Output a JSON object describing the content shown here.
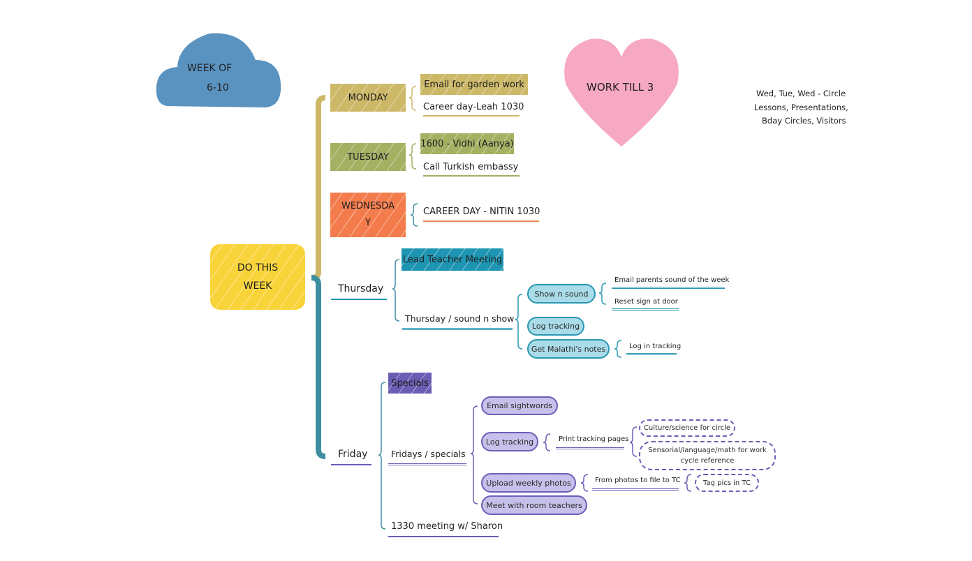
{
  "colors": {
    "cloud": "#5b93c0",
    "heart": "#f7a9c4",
    "central": "#f8d33a",
    "monday": "#cdb868",
    "tuesday": "#a3b163",
    "wednesday": "#f47c4c",
    "thursday": "#1e95b2",
    "friday": "#6a5db4",
    "spine_top": "#cdb868",
    "spine_bottom": "#3f8ea0"
  },
  "cloud": {
    "line1": "WEEK OF",
    "line2": "6-10"
  },
  "heart": {
    "label": "WORK TILL 3"
  },
  "note": {
    "line1": "Wed, Tue, Wed - Circle",
    "line2": "Lessons, Presentations,",
    "line3": "Bday Circles, Visitors"
  },
  "central": {
    "line1": "DO THIS",
    "line2": "WEEK"
  },
  "monday": {
    "label": "MONDAY",
    "items": [
      "Email for garden work",
      "Career day-Leah 1030"
    ]
  },
  "tuesday": {
    "label": "TUESDAY",
    "items": [
      "1600 - Vidhi (Aanya)",
      "Call Turkish embassy"
    ]
  },
  "wednesday": {
    "label_line1": "WEDNESDA",
    "label_line2": "Y",
    "items": [
      "CAREER DAY - NITIN 1030"
    ]
  },
  "thursday": {
    "label": "Thursday",
    "lead": "Lead Teacher Meeting",
    "sub": "Thursday / sound n show",
    "tasks": [
      {
        "label": "Show n sound",
        "details": [
          "Email parents sound of the week",
          "Reset sign at door"
        ]
      },
      {
        "label": "Log tracking",
        "details": []
      },
      {
        "label": "Get Malathi's notes",
        "details": [
          "Log in tracking"
        ]
      }
    ]
  },
  "friday": {
    "label": "Friday",
    "specials": "Specials",
    "sub": "Fridays / specials",
    "meeting": "1330 meeting w/ Sharon",
    "tasks": [
      {
        "label": "Email sightwords"
      },
      {
        "label": "Log tracking",
        "detail": "Print tracking pages",
        "subdetails": [
          "Culture/science for circle",
          "Sensorial/language/math for work",
          "cycle reference"
        ]
      },
      {
        "label": "Upload weekly photos",
        "detail": "From photos to file to TC",
        "subdetails": [
          "Tag pics in TC"
        ]
      },
      {
        "label": "Meet with room teachers"
      }
    ]
  }
}
